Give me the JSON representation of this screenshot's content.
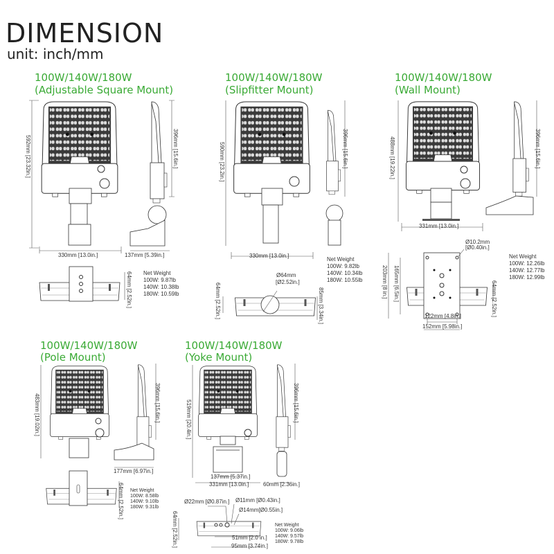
{
  "header": {
    "title": "DIMENSION",
    "unit": "unit: inch/mm"
  },
  "colors": {
    "accent": "#3aaa35",
    "line": "#333333",
    "led_panel": "#3a3a3a"
  },
  "panels": [
    {
      "title": "100W/140W/180W",
      "subtitle": "(Adjustable Square Mount)",
      "height": "592mm [23.32in.]",
      "width": "330mm [13.0in.]",
      "side_height": "396mm [15.6in.]",
      "depth": "137mm [5.39in.]",
      "bottom_height": "64mm [2.52in.]",
      "weight": {
        "label": "Net Weight",
        "lines": [
          "100W: 9.87lb",
          "140W: 10.38lb",
          "180W: 10.59lb"
        ]
      }
    },
    {
      "title": "100W/140W/180W",
      "subtitle": "(Slipfitter Mount)",
      "height": "590mm [23.2in.]",
      "width": "330mm [13.0in.]",
      "side_height": "396mm [15.6in.]",
      "pipe_dia": "Ø64mm",
      "pipe_dia_in": "[Ø2.52in.]",
      "bottom_height": "64mm [2.52in.]",
      "bottom_height2": "85mm [3.34in.]",
      "weight": {
        "label": "Net Weight",
        "lines": [
          "100W: 9.82lb",
          "140W: 10.34lb",
          "180W: 10.55lb"
        ]
      }
    },
    {
      "title": "100W/140W/180W",
      "subtitle": "(Wall  Mount)",
      "height": "488mm [19.22in.]",
      "width": "331mm [13.0in.]",
      "side_height": "396mm [15.6in.]",
      "hole_dia": "Ø10.2mm",
      "hole_dia_in": "[Ø0.40in.]",
      "plate_height": "203mm [8 in.]",
      "hole_spacing_v": "165mm [6.5in.]",
      "bottom_height": "64mm [2.52in.]",
      "hole_spacing_h": "122mm [4.8in.]",
      "plate_width": "152mm [5.98in.]",
      "weight": {
        "label": "Net Weight",
        "lines": [
          "100W: 12.26lb",
          "140W: 12.77lb",
          "180W: 12.99lb"
        ]
      }
    },
    {
      "title": "100W/140W/180W",
      "subtitle": "(Pole Mount)",
      "height": "483mm [19.02in.]",
      "side_height": "396mm [15.6in.]",
      "depth": "177mm [6.97in.]",
      "bottom_height": "64mm [2.52in.]",
      "weight": {
        "label": "Net Weight",
        "lines": [
          "100W: 8.58lb",
          "140W: 9.10lb",
          "180W: 9.31lb"
        ]
      }
    },
    {
      "title": "100W/140W/180W",
      "subtitle": "(Yoke Mount)",
      "height": "519mm [20.4in.]",
      "side_height": "396mm [15.6in.]",
      "yoke_width": "137mm [5.37in.]",
      "width": "331mm [13.0in.]",
      "depth": "60mm [2.36in.]",
      "hole1": "Ø22mm [Ø0.87in.]",
      "hole2": "Ø11mm [Ø0.43in.]",
      "hole3": "Ø14mm[Ø0.55in.]",
      "bottom_height": "64mm [2.52in.]",
      "spacing1": "51mm [2.0 in.]",
      "spacing2": "95mm [3.74in.]",
      "weight": {
        "label": "Net Weight",
        "lines": [
          "100W: 9.06lb",
          "140W: 9.57lb",
          "180W: 9.78lb"
        ]
      }
    }
  ]
}
